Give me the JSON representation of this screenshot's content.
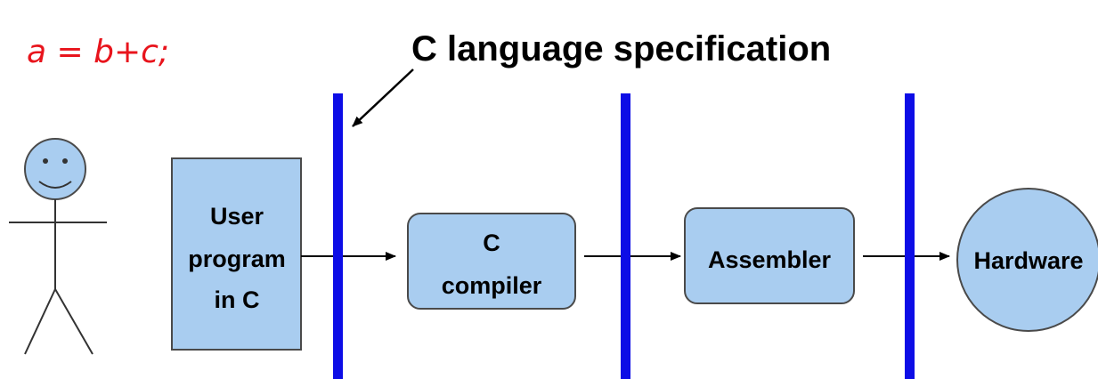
{
  "colors": {
    "box_fill": "#a9cdf0",
    "box_stroke": "#4a4a4a",
    "divider": "#0d0de6",
    "arrow": "#000000",
    "handwriting": "#e8141c",
    "background": "#ffffff"
  },
  "annotation": {
    "handwritten_code": "a = b+c;"
  },
  "title": {
    "text": "C language specification"
  },
  "nodes": {
    "user_program": {
      "line1": "User",
      "line2": "program",
      "line3": "in C"
    },
    "c_compiler": {
      "line1": "C",
      "line2": "compiler"
    },
    "assembler": {
      "label": "Assembler"
    },
    "hardware": {
      "label": "Hardware"
    }
  },
  "figure": {
    "icon": "stick-figure-person-icon",
    "face": "smiley"
  },
  "dividers": {
    "count": 3
  }
}
